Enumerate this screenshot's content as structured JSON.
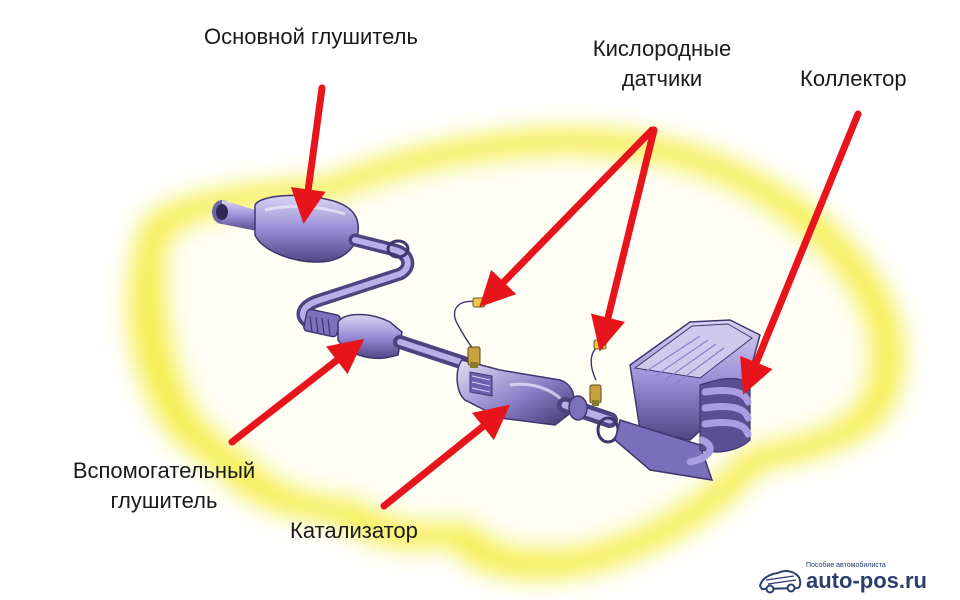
{
  "labels": {
    "main_muffler": "Основной глушитель",
    "oxygen_sensors_line1": "Кислородные",
    "oxygen_sensors_line2": "датчики",
    "manifold": "Коллектор",
    "aux_muffler_line1": "Вспомогательный",
    "aux_muffler_line2": "глушитель",
    "catalyst": "Катализатор"
  },
  "watermark": {
    "tagline": "Пособие автомобилиста",
    "site": "auto-pos.ru",
    "icon": "car-icon"
  },
  "colors": {
    "arrow": "#e8141b",
    "glow": "#f4ee4a",
    "part_fill": "#9a8ed6",
    "part_dark": "#4d437f",
    "brand": "#2a3f6e"
  }
}
